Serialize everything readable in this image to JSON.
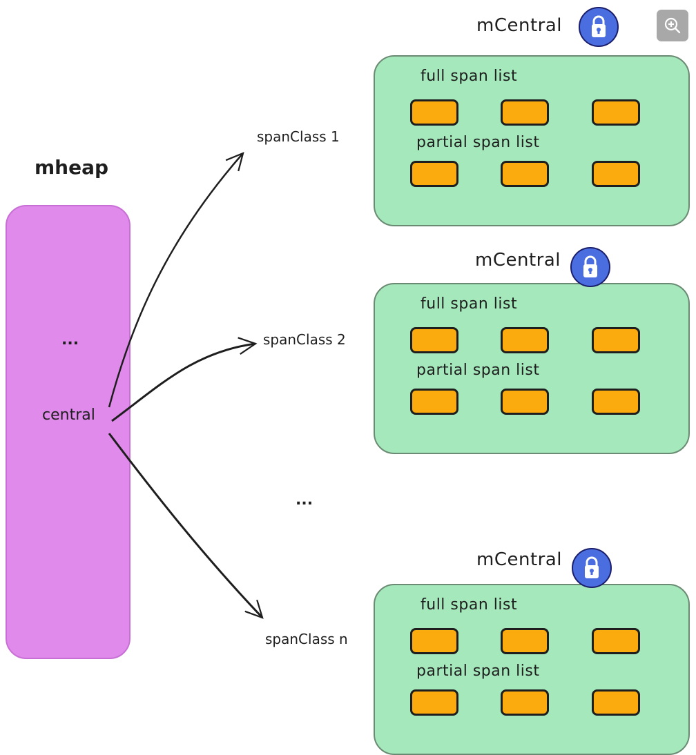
{
  "toolbar": {
    "zoom_button_icon": "zoom-in-icon"
  },
  "mheap": {
    "title": "mheap",
    "ellipsis": "...",
    "field": "central"
  },
  "span_classes": [
    {
      "label": "spanClass 1"
    },
    {
      "label": "spanClass 2"
    },
    {
      "label": "spanClass n"
    }
  ],
  "between_ellipsis": "...",
  "mcentrals": [
    {
      "title": "mCentral",
      "lock_icon": "lock-icon",
      "lists": [
        {
          "label": "full span list",
          "nodes": 3
        },
        {
          "label": "partial span list",
          "nodes": 3
        }
      ]
    },
    {
      "title": "mCentral",
      "lock_icon": "lock-icon",
      "lists": [
        {
          "label": "full span list",
          "nodes": 3
        },
        {
          "label": "partial span list",
          "nodes": 3
        }
      ]
    },
    {
      "title": "mCentral",
      "lock_icon": "lock-icon",
      "lists": [
        {
          "label": "full span list",
          "nodes": 3
        },
        {
          "label": "partial span list",
          "nodes": 3
        }
      ]
    }
  ],
  "colors": {
    "mheap_fill": "#e08aeb",
    "mcentral_fill": "#a4e8bb",
    "span_fill": "#fbab0e",
    "lock_fill": "#4a6ee0",
    "stroke": "#1e1e1e"
  }
}
